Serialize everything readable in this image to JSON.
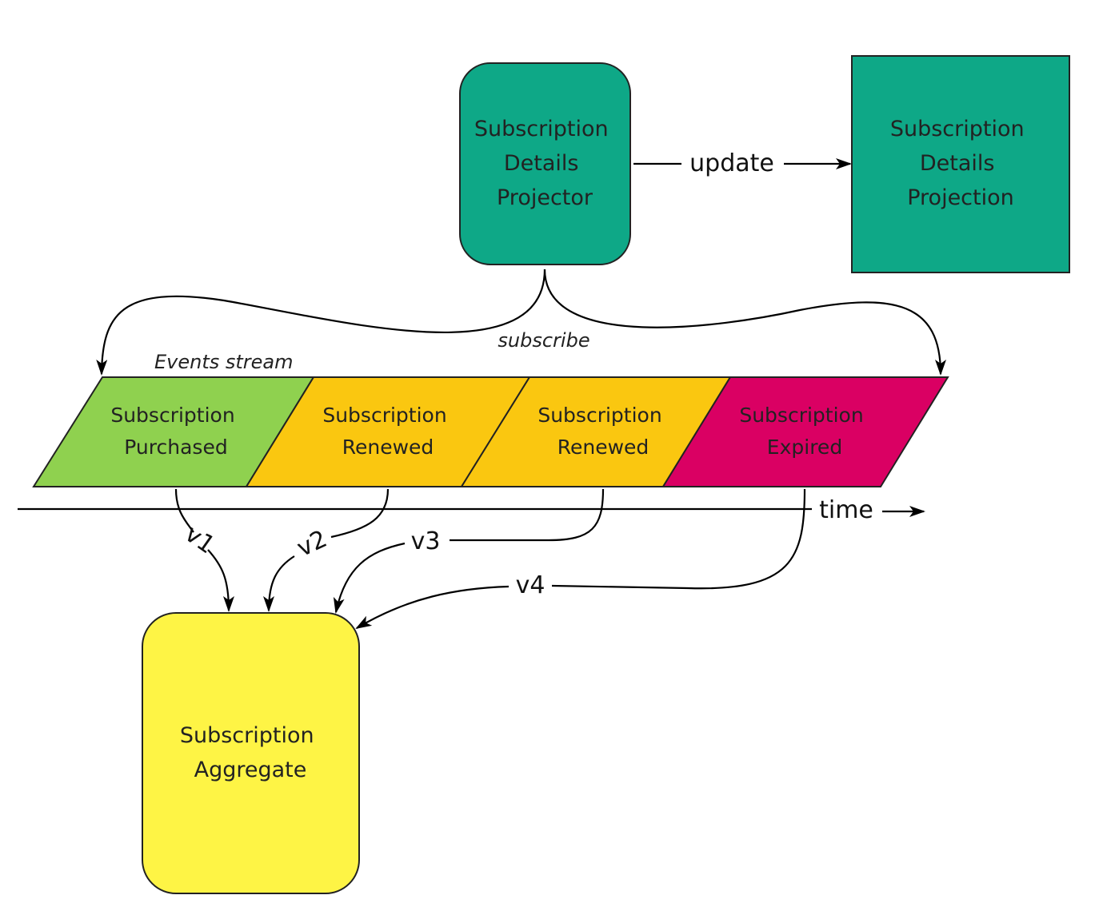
{
  "colors": {
    "projector": "#0ea887",
    "projection": "#0ea887",
    "purchased": "#8fd14f",
    "renewed": "#fac710",
    "expired": "#da0063",
    "aggregate": "#fef445",
    "outline": "#222222"
  },
  "nodes": {
    "projector": {
      "lines": [
        "Subscription",
        "Details",
        "Projector"
      ]
    },
    "projection": {
      "lines": [
        "Subscription",
        "Details",
        "Projection"
      ]
    },
    "aggregate": {
      "lines": [
        "Subscription",
        "Aggregate"
      ]
    }
  },
  "stream": {
    "label": "Events stream",
    "events": [
      {
        "lines": [
          "Subscription",
          "Purchased"
        ]
      },
      {
        "lines": [
          "Subscription",
          "Renewed"
        ]
      },
      {
        "lines": [
          "Subscription",
          "Renewed"
        ]
      },
      {
        "lines": [
          "Subscription",
          "Expired"
        ]
      }
    ]
  },
  "edges": {
    "update": "update",
    "subscribe": "subscribe",
    "time": "time",
    "versions": [
      "v1",
      "v2",
      "v3",
      "v4"
    ]
  }
}
